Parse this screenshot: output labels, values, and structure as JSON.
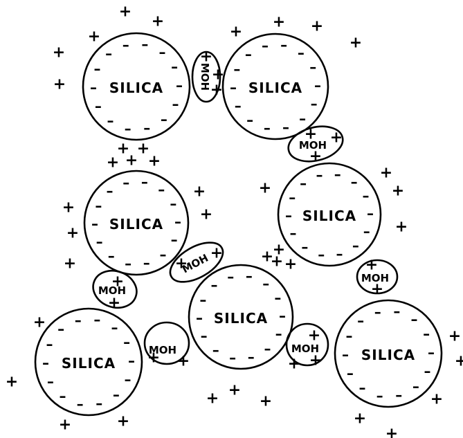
{
  "particles": [
    {
      "label": "SILICA",
      "negatives": [
        "–",
        "–",
        "–",
        "–",
        "–",
        "–",
        "–",
        "–",
        "–",
        "–",
        "–",
        "–",
        "–",
        "–"
      ]
    },
    {
      "label": "SILICA",
      "negatives": [
        "–",
        "–",
        "–",
        "–",
        "–",
        "–",
        "–",
        "–",
        "–",
        "–",
        "–",
        "–",
        "–",
        "–"
      ]
    },
    {
      "label": "SILICA",
      "negatives": [
        "–",
        "–",
        "–",
        "–",
        "–",
        "–",
        "–",
        "–",
        "–",
        "–",
        "–",
        "–",
        "–",
        "–"
      ]
    },
    {
      "label": "SILICA",
      "negatives": [
        "–",
        "–",
        "–",
        "–",
        "–",
        "–",
        "–",
        "–",
        "–",
        "–",
        "–",
        "–",
        "–",
        "–"
      ]
    },
    {
      "label": "SILICA",
      "negatives": [
        "–",
        "–",
        "–",
        "–",
        "–",
        "–",
        "–",
        "–",
        "–",
        "–",
        "–",
        "–",
        "–",
        "–"
      ]
    },
    {
      "label": "SILICA",
      "negatives": [
        "–",
        "–",
        "–",
        "–",
        "–",
        "–",
        "–",
        "–",
        "–",
        "–",
        "–",
        "–",
        "–",
        "–"
      ]
    },
    {
      "label": "SILICA",
      "negatives": [
        "–",
        "–",
        "–",
        "–",
        "–",
        "–",
        "–",
        "–",
        "–",
        "–",
        "–",
        "–",
        "–",
        "–"
      ]
    }
  ],
  "bridges": [
    {
      "label": "MOH",
      "positives": [
        "+",
        "+",
        "+"
      ]
    },
    {
      "label": "MOH",
      "positives": [
        "+",
        "+",
        "+"
      ]
    },
    {
      "label": "MOH",
      "positives": [
        "+",
        "+"
      ]
    },
    {
      "label": "MOH",
      "positives": [
        "+",
        "+"
      ]
    },
    {
      "label": "MOH",
      "positives": [
        "+",
        "+"
      ]
    },
    {
      "label": "MOH",
      "positives": [
        "+",
        "+",
        "+"
      ]
    },
    {
      "label": "MOH",
      "positives": [
        "+",
        "+",
        "+"
      ]
    }
  ],
  "free_charges": [
    "+",
    "+",
    "+",
    "+",
    "+",
    "+",
    "+",
    "+",
    "+",
    "+",
    "+",
    "+",
    "+",
    "+",
    "+",
    "+",
    "+",
    "+",
    "+",
    "+",
    "+",
    "+",
    "+",
    "+",
    "+",
    "+",
    "+",
    "+",
    "+",
    "+",
    "+",
    "+",
    "+",
    "+",
    "+",
    "+",
    "+",
    "+",
    "+",
    "+",
    "+",
    "+",
    "+",
    "+",
    "+",
    "+",
    "+",
    "+",
    "+",
    "+"
  ]
}
